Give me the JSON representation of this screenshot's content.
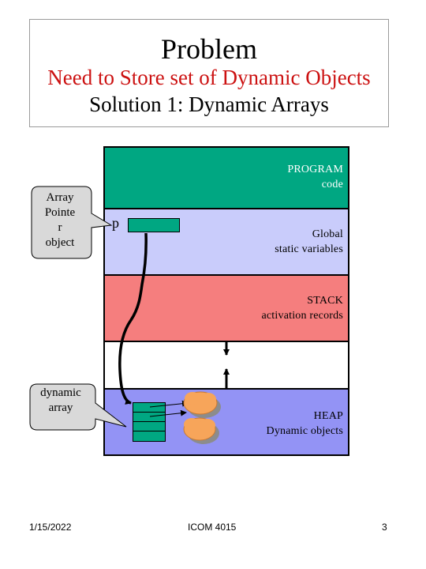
{
  "title": {
    "main": "Problem",
    "subtitle": "Need to Store set of Dynamic Objects",
    "solution": "Solution 1: Dynamic Arrays"
  },
  "segments": {
    "program": {
      "line1": "PROGRAM",
      "line2": "code"
    },
    "global": {
      "line1": "Global",
      "line2": "static variables"
    },
    "stack": {
      "line1": "STACK",
      "line2": "activation records"
    },
    "heap": {
      "line1": "HEAP",
      "line2": "Dynamic objects"
    }
  },
  "pointer_label": "p",
  "callouts": {
    "array_pointer": {
      "line1": "Array",
      "line2": "Pointe",
      "line3": "r",
      "line4": "object"
    },
    "dynamic_array": {
      "line1": "dynamic",
      "line2": "array"
    }
  },
  "footer": {
    "date": "1/15/2022",
    "course": "ICOM 4015",
    "page": "3"
  },
  "colors": {
    "program": "#00a782",
    "global": "#c9ccfb",
    "stack": "#f57e7e",
    "free": "#ffffff",
    "heap": "#9393f5",
    "subtitle": "#cc1111",
    "heap_object": "#f7a55a"
  }
}
